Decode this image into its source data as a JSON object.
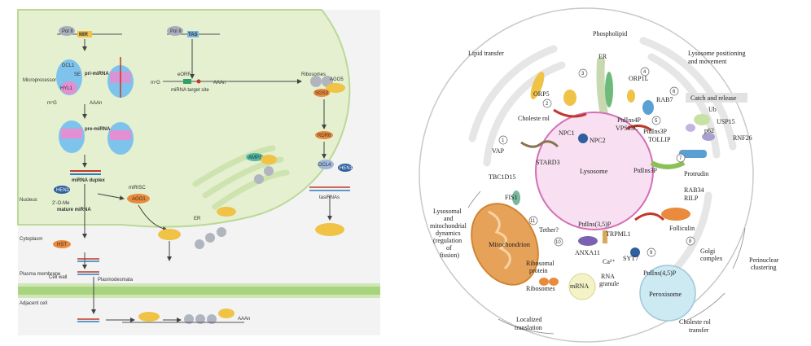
{
  "left": {
    "regions": {
      "nucleus": "Nucleus",
      "cytoplasm": "Cytoplasm",
      "plasma_membrane": "Plasma membrane",
      "cell_wall": "Cell wall",
      "plasmodesmata": "Plasmodesmata",
      "adjacent_cell": "Adjacent cell"
    },
    "labels": {
      "pol2_a": "Pol II",
      "mir": "MIR",
      "pol2_b": "Pol II",
      "tas": "TAS",
      "microprocessor": "Microprocessor",
      "dcl1": "DCL1",
      "se": "SE",
      "hyl1": "HYL1",
      "pri_mirna": "pri-miRNA",
      "m7g_a": "m⁷G",
      "pre_mirna": "pre-miRNA",
      "mirna_duplex": "miRNA duplex",
      "hen1_a": "HEN1",
      "ome": "2′-O-Me",
      "mature_mirna": "mature miRNA",
      "hst": "HST",
      "mirisc": "miRISC",
      "ago1": "AGO1",
      "m7g_b": "m⁷G",
      "eorf": "eORF",
      "target_site": "miRNA target site",
      "ribosomes": "Ribosomes",
      "ago5": "AGO5",
      "sgs3": "SGS3",
      "rdr6": "RDR6",
      "dcl4": "DCL4",
      "hen1_b": "HEN1",
      "tasirnas": "tasiRNAs",
      "amp1": "AMP1",
      "er": "ER",
      "poly_a": "AAAn"
    }
  },
  "right": {
    "labels": {
      "lipid_transfer": "Lipid transfer",
      "phospholipid": "Phospholipid",
      "er": "ER",
      "positioning": "Lysosome positioning\nand movement",
      "orp1l": "ORP1L",
      "rab7": "RAB7",
      "catch_release": "Catch and release",
      "ub": "Ub",
      "usp15": "USP15",
      "p62": "p62",
      "rnf26": "RNF26",
      "orp5": "ORP5",
      "cholesterol": "Choleste rol",
      "npc1": "NPC1",
      "npc2": "NPC2",
      "ptdins4p": "PtdIns4P",
      "vps13c": "VPS13C",
      "ptdins3p_a": "PtdIns3P",
      "tollip": "TOLLIP",
      "ptdins3p_b": "PtdIns3P",
      "protrudin": "Protrudin",
      "vap": "VAP",
      "stard3": "STARD3",
      "lysosome": "Lysosome",
      "tbc1d15": "TBC1D15",
      "fis1": "FIS1",
      "rab34": "RAB34",
      "rilp": "RILP",
      "lysosomal_dynamics": "Lysosomal\nand\nmitochondrial\ndynamics\n(regulation\nof\nfission)",
      "tether": "Tether?",
      "ptdins35p2": "PtdIns(3,5)P",
      "trpml1": "TRPML1",
      "folliculin": "Folliculin",
      "mitochondrion": "Mitochondrion",
      "anxa11": "ANXA11",
      "ca": "Ca²⁺",
      "syt7": "SYT7",
      "ptdins45p2": "PtdIns(4,5)P",
      "golgi": "Golgi\ncomplex",
      "perinuclear": "Perinuclear\nclustering",
      "ribosomal_protein": "Ribosomal\nprotein",
      "rna_granule": "RNA\ngranule",
      "mrna": "mRNA",
      "ribosomes": "Ribosomes",
      "peroxisome": "Peroxisome",
      "localized_translation": "Localized\ntranslation",
      "cholesterol_transfer": "Choleste rol\ntransfer"
    },
    "step_numbers": [
      "1",
      "2",
      "3",
      "4",
      "5",
      "6",
      "7",
      "8",
      "9",
      "10",
      "11"
    ]
  }
}
